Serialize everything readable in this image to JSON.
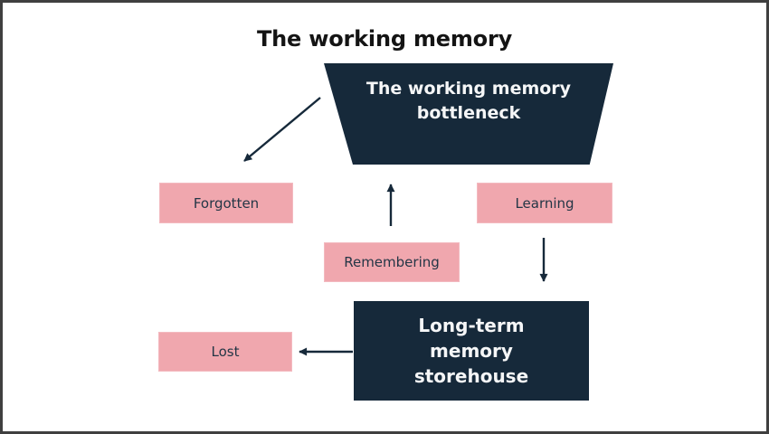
{
  "title": "The working memory",
  "nodes": {
    "bottleneck": {
      "label": "The working memory bottleneck"
    },
    "forgotten": {
      "label": "Forgotten"
    },
    "learning": {
      "label": "Learning"
    },
    "remembering": {
      "label": "Remembering"
    },
    "longterm": {
      "label": "Long-term memory storehouse"
    },
    "lost": {
      "label": "Lost"
    }
  },
  "edges": [
    {
      "from": "bottleneck",
      "to": "forgotten"
    },
    {
      "from": "remembering",
      "to": "bottleneck"
    },
    {
      "from": "learning",
      "to": "longterm"
    },
    {
      "from": "longterm",
      "to": "lost"
    }
  ],
  "colors": {
    "navy": "#16293a",
    "pink": "#f0a7ae",
    "frame": "#3f3f3f",
    "title_text": "#141414",
    "light_text": "#f5f6f7"
  }
}
